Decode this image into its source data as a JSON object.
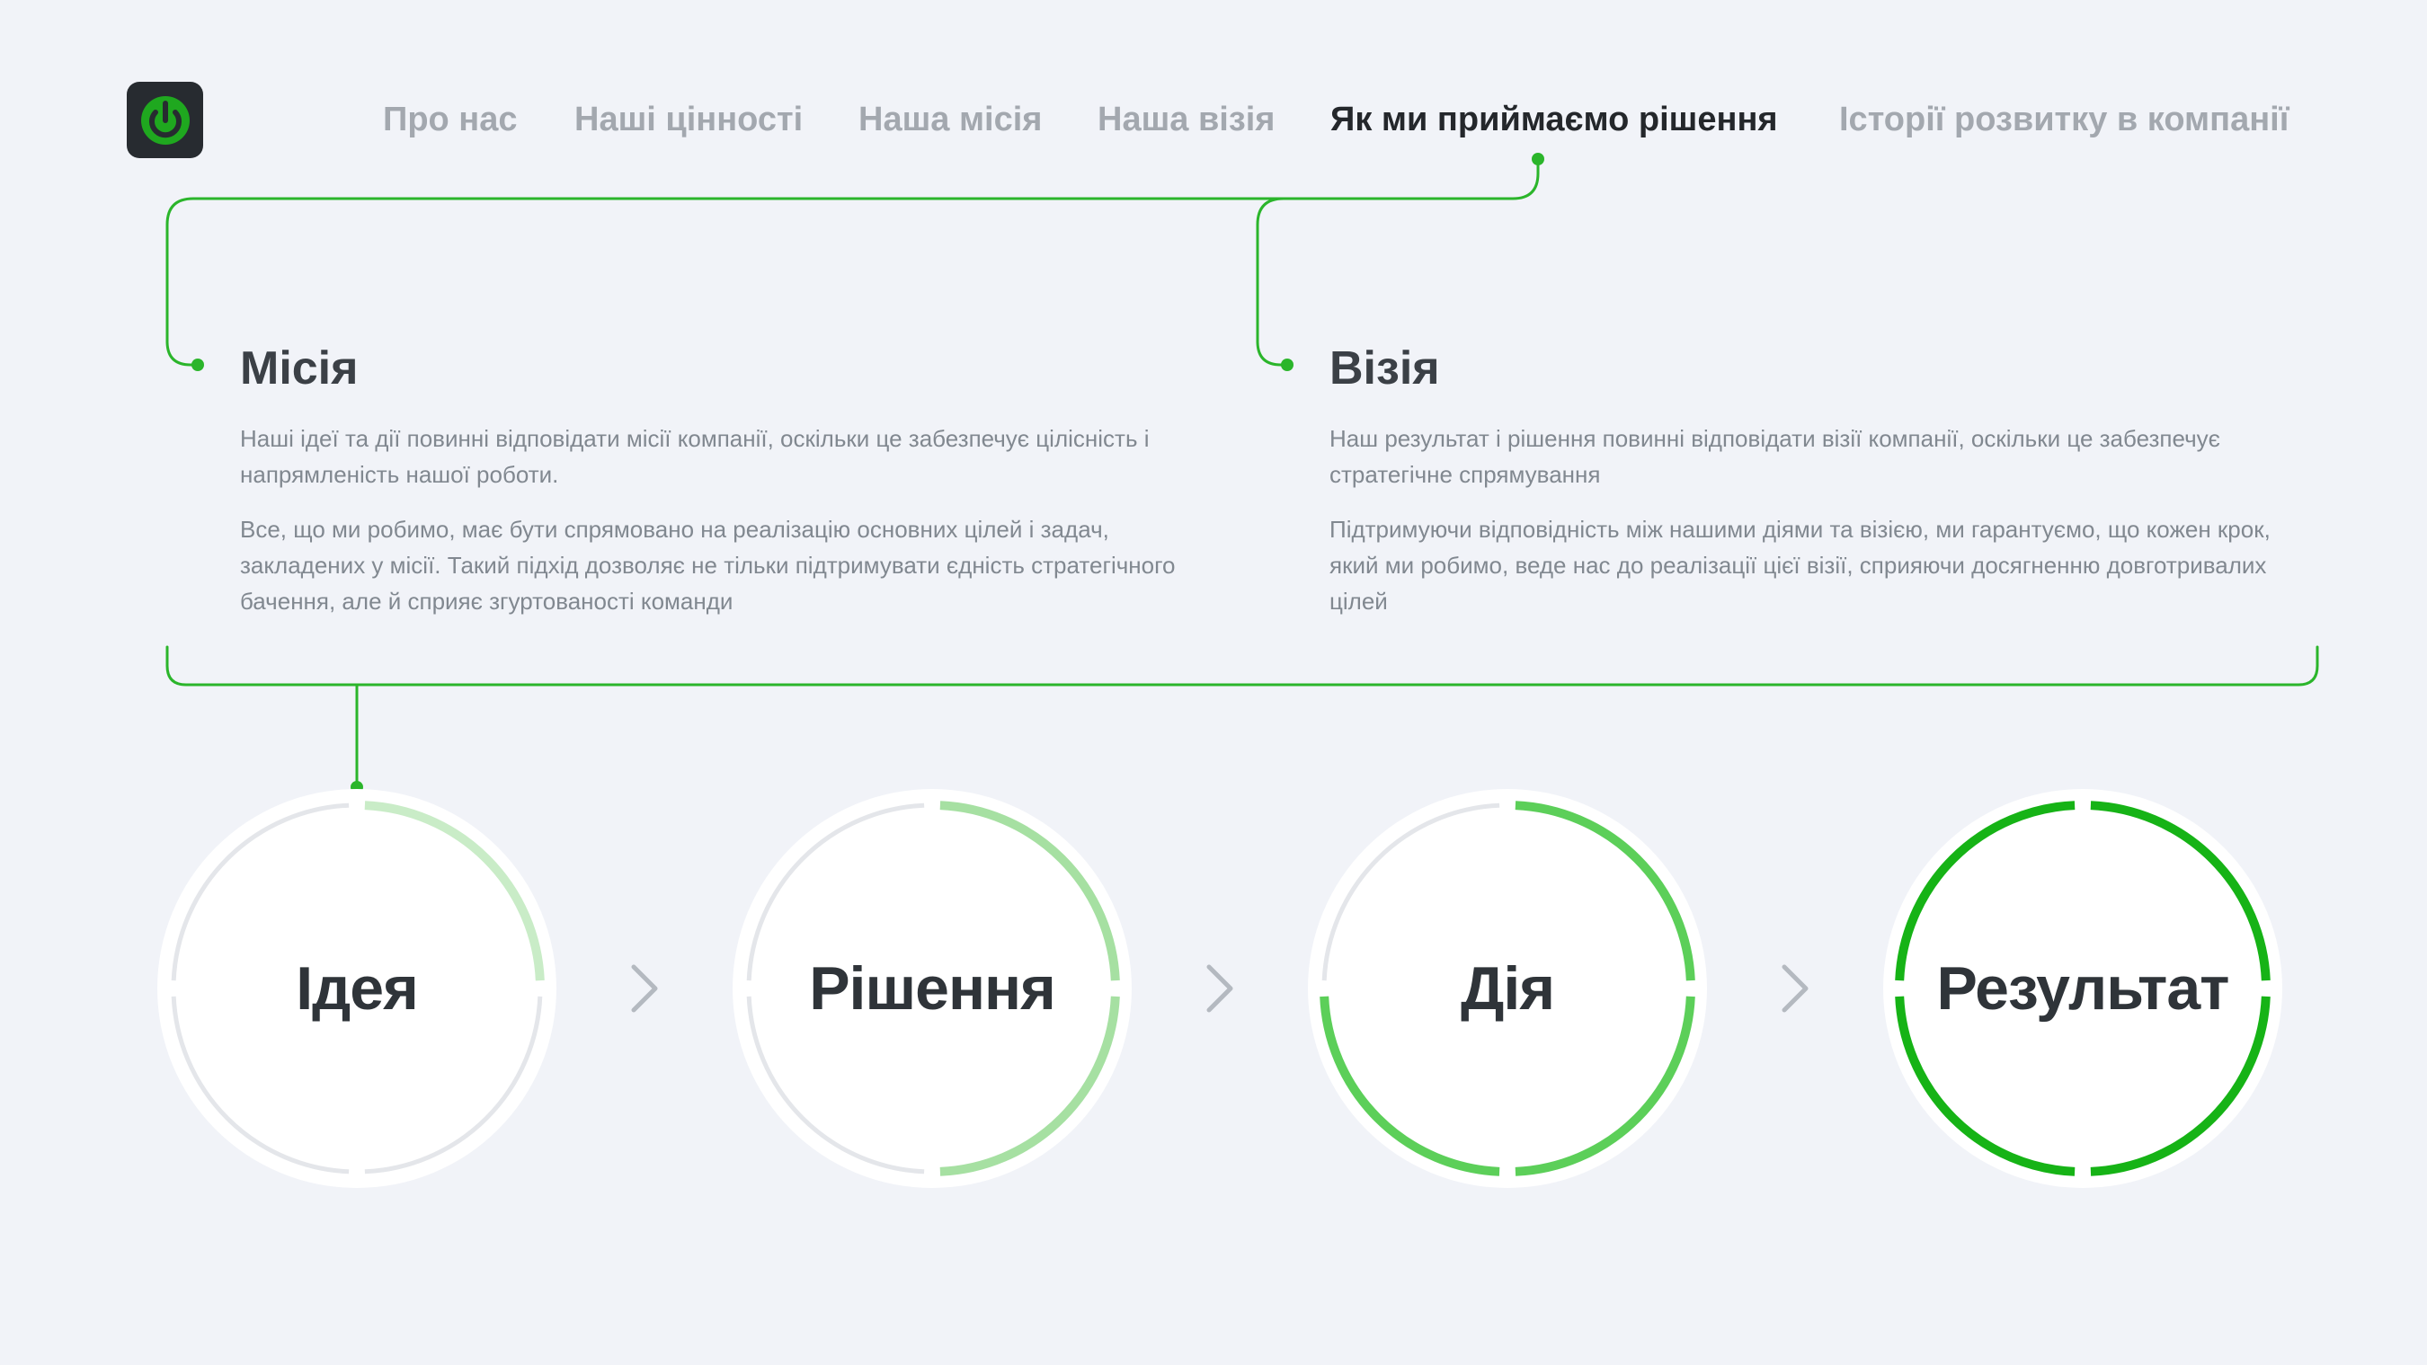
{
  "nav": {
    "items": [
      {
        "label": "Про нас"
      },
      {
        "label": "Наші цінності"
      },
      {
        "label": "Наша місія"
      },
      {
        "label": "Наша візія"
      },
      {
        "label": "Як ми приймаємо рішення"
      },
      {
        "label": "Історії розвитку в компанії"
      }
    ],
    "active": "Як ми приймаємо рішення"
  },
  "mission": {
    "title": "Місія",
    "paragraph1": "Наші ідеї та дії повинні відповідати місії компанії, оскільки це забезпечує цілісність і напрямленість нашої роботи.",
    "paragraph2": "Все, що ми робимо, має бути спрямовано на реалізацію основних цілей і задач, закладених у місії. Такий підхід дозволяє не тільки підтримувати єдність стратегічного бачення, але й сприяє згуртованості команди"
  },
  "vision": {
    "title": "Візія",
    "paragraph1": "Наш результат і рішення повинні відповідати візії компанії, оскільки це забезпечує стратегічне спрямування",
    "paragraph2": "Підтримуючи відповідність між нашими діями та візією, ми гарантуємо, що кожен крок, який ми робимо, веде нас до реалізації цієї візії, сприяючи досягненню довготривалих цілей"
  },
  "steps": [
    {
      "label": "Ідея",
      "progress": 0.25,
      "color": "#c9ecc7"
    },
    {
      "label": "Рішення",
      "progress": 0.5,
      "color": "#a6e0a2"
    },
    {
      "label": "Дія",
      "progress": 0.75,
      "color": "#5ccf59"
    },
    {
      "label": "Результат",
      "progress": 1.0,
      "color": "#16b316"
    }
  ],
  "colors": {
    "background": "#f1f3f8",
    "accent": "#2bb52b",
    "track": "#e4e6ea",
    "logo_bg": "#272b30"
  },
  "icons": {
    "logo": "power-icon",
    "separator": "chevron-right-icon"
  }
}
